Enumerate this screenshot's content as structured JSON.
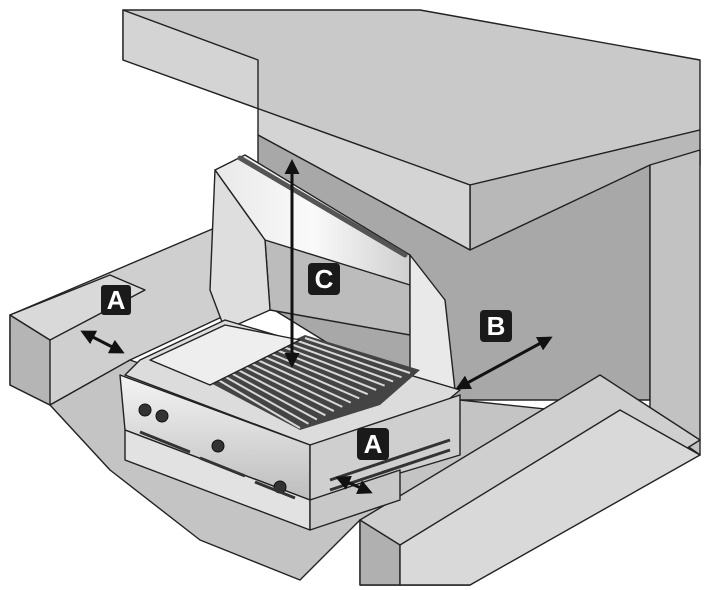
{
  "labels": {
    "a_left": "A",
    "a_right": "A",
    "b": "B",
    "c": "C"
  },
  "colors": {
    "enclosure_top": "#c9c9c9",
    "enclosure_front": "#d6d6d6",
    "enclosure_side": "#b4b4b4",
    "recess_back": "#a8a8a8",
    "steel_light": "#f2f2f2",
    "steel_mid": "#d9d9d9",
    "steel_dark": "#8a8a8a",
    "label_fill": "#1a1a1a",
    "label_text": "#ffffff"
  }
}
